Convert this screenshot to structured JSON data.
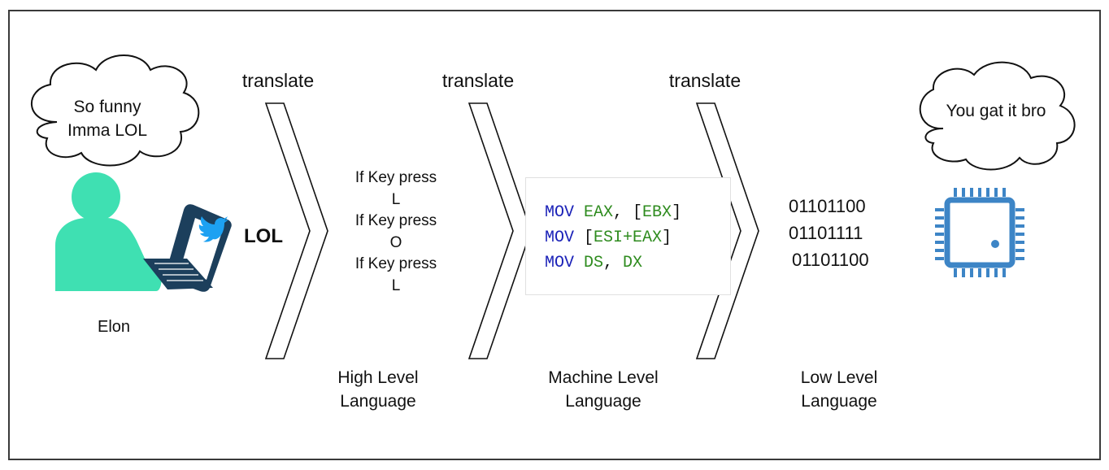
{
  "user": {
    "thought": [
      "So funny",
      "Imma LOL"
    ],
    "name": "Elon",
    "message": "LOL"
  },
  "translate_labels": [
    "translate",
    "translate",
    "translate"
  ],
  "high_level": {
    "lines": [
      "If Key press",
      "L",
      "If Key press",
      "O",
      "If Key press",
      "L"
    ],
    "caption": [
      "High Level",
      "Language"
    ]
  },
  "machine_level": {
    "code": [
      {
        "op": "MOV",
        "parts": [
          {
            "t": "EAX",
            "c": "arg"
          },
          {
            "t": ", [",
            "c": "plain"
          },
          {
            "t": "EBX",
            "c": "arg"
          },
          {
            "t": "]",
            "c": "plain"
          }
        ]
      },
      {
        "op": "MOV",
        "parts": [
          {
            "t": "[",
            "c": "plain"
          },
          {
            "t": "ESI+EAX",
            "c": "arg"
          },
          {
            "t": "]",
            "c": "plain"
          }
        ]
      },
      {
        "op": "MOV",
        "parts": [
          {
            "t": "DS",
            "c": "arg"
          },
          {
            "t": ", ",
            "c": "plain"
          },
          {
            "t": "DX",
            "c": "arg"
          }
        ]
      }
    ],
    "caption": [
      "Machine Level",
      "Language"
    ]
  },
  "low_level": {
    "binary": [
      "01101100",
      "01101111",
      "01101100"
    ],
    "caption": [
      "Low Level",
      "Language"
    ]
  },
  "cpu": {
    "thought": "You gat it bro"
  },
  "colors": {
    "person": "#3fe0b2",
    "laptop": "#1c3f5c",
    "twitter": "#1da1f2",
    "chip": "#3d85c6",
    "opcode": "#1b22b8",
    "operand": "#2e8b1e"
  },
  "icons": [
    "person-icon",
    "laptop-icon",
    "twitter-bird-icon",
    "cpu-chip-icon",
    "thought-cloud-icon",
    "chevron-arrow-icon"
  ]
}
